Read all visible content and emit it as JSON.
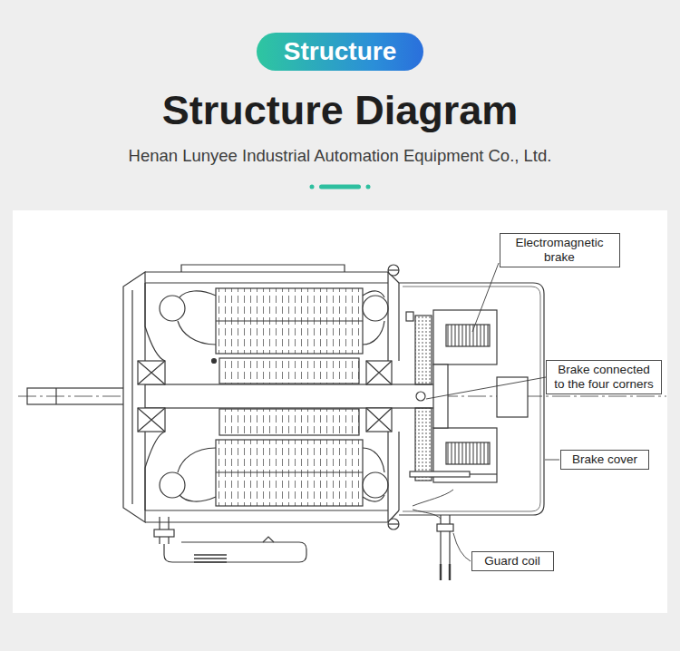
{
  "diagram": {
    "title": "Structure Diagram",
    "nodes": [
      {
        "text": [
          "Structure"
        ]
      },
      {
        "text": [
          "Electromagnetic brake"
        ]
      },
      {
        "text": [
          "Brake connected to the four corners"
        ]
      },
      {
        "text": [
          "Brake cover"
        ]
      },
      {
        "text": [
          "Guard coil"
        ]
      }
    ],
    "labels": [
      "Henan Lunyee Industrial Automation Equipment Co., Ltd."
    ]
  }
}
